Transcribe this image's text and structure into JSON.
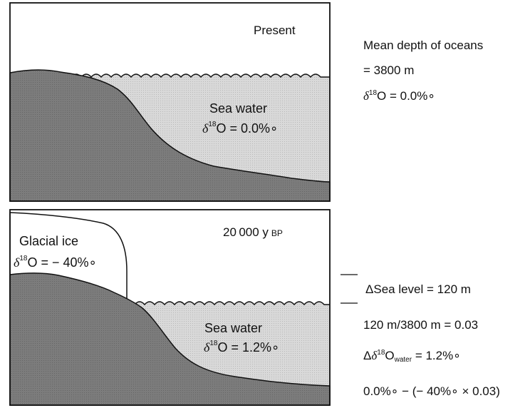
{
  "panels": {
    "present": {
      "title": "Present",
      "sea_label": "Sea water",
      "sea_delta_value": "O = 0.0%∘"
    },
    "glacial": {
      "title": "20 000 y",
      "title_suffix": "BP",
      "ice_label": "Glacial ice",
      "ice_delta_value": "O = − 40%∘",
      "sea_label": "Sea water",
      "sea_delta_value": "O = 1.2%∘"
    }
  },
  "annotations": {
    "mean_depth_label": "Mean depth of oceans",
    "mean_depth_value": "= 3800 m",
    "present_delta_value": "O = 0.0%∘",
    "sea_level_change": "ΔSea level = 120 m",
    "ratio": "120 m/3800 m = 0.03",
    "delta_water_prefix": "Δ",
    "delta_water_O": "O",
    "delta_water_sub": "water",
    "delta_water_value": "= 1.2%∘",
    "calculation": "0.0%∘ − (− 40%∘ × 0.03)"
  },
  "symbols": {
    "delta": "δ",
    "eighteen": "18"
  },
  "colors": {
    "land": "#7c7c7c",
    "sea": "#d6d6d6",
    "outline": "#111111",
    "ice": "#ffffff"
  }
}
